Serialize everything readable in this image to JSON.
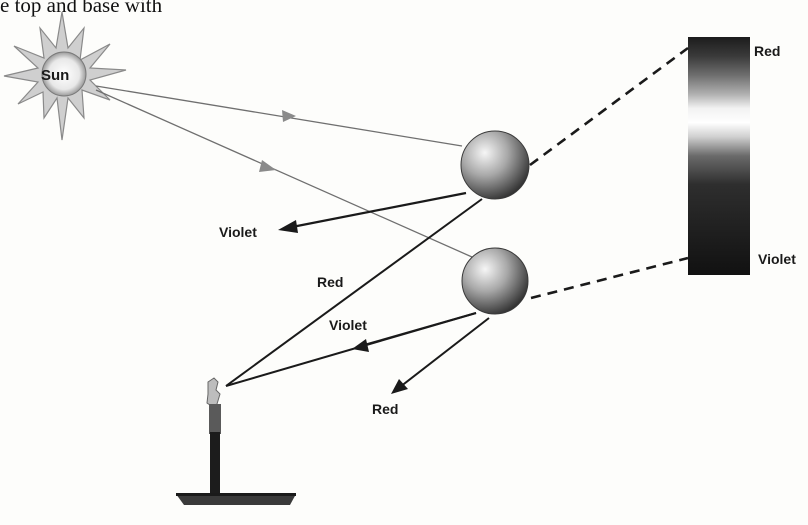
{
  "header_fragment": "e top and base with",
  "sun": {
    "label": "Sun"
  },
  "spectrum": {
    "top_label": "Red",
    "bottom_label": "Violet"
  },
  "drop_upper": {
    "ray_out_label": "Violet",
    "ray_to_observer_label": "Red"
  },
  "drop_lower": {
    "ray_to_observer_label": "Violet",
    "ray_out_label": "Red"
  },
  "colors": {
    "ink": "#1a1a1a",
    "ray": "#6f6f6f",
    "drop_light": "#f2f2f2",
    "drop_dark": "#2a2a2a"
  }
}
